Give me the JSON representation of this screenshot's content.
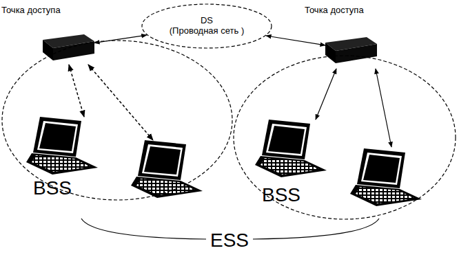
{
  "diagram": {
    "nodes": [
      {
        "text": [
          "Точка доступа"
        ]
      },
      {
        "text": [
          "DS",
          "(Проводная сеть )"
        ]
      },
      {
        "text": [
          "Точка доступа"
        ]
      },
      {
        "text": [
          "BSS"
        ]
      },
      {
        "text": [
          "BSS"
        ]
      }
    ],
    "edges": [
      {
        "from": 0,
        "to": 1,
        "arrow": "both"
      },
      {
        "from": 1,
        "to": 2,
        "arrow": "both"
      }
    ],
    "labels": [
      "ESS"
    ]
  }
}
